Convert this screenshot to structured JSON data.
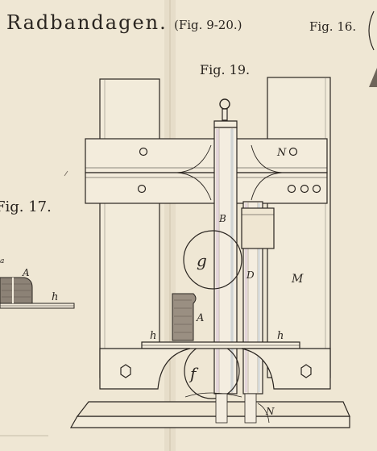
{
  "header": {
    "title": "Radbandagen.",
    "figure_range": "(Fig. 9-20.)",
    "fig16": "Fig. 16."
  },
  "main": {
    "fig19": "Fig. 19.",
    "fig17": "Fig. 17."
  },
  "labels": {
    "N_top": "N",
    "B": "B",
    "g": "g",
    "D": "D",
    "M": "M",
    "A": "A",
    "h_left": "h",
    "h_right": "h",
    "f": "f",
    "N_bottom": "N",
    "fig17_A": "A",
    "fig17_h": "h",
    "fig17_a": "a"
  },
  "colors": {
    "paper": "#efe7d4",
    "ink": "#2a2520",
    "fold": "#d7cdb8"
  }
}
